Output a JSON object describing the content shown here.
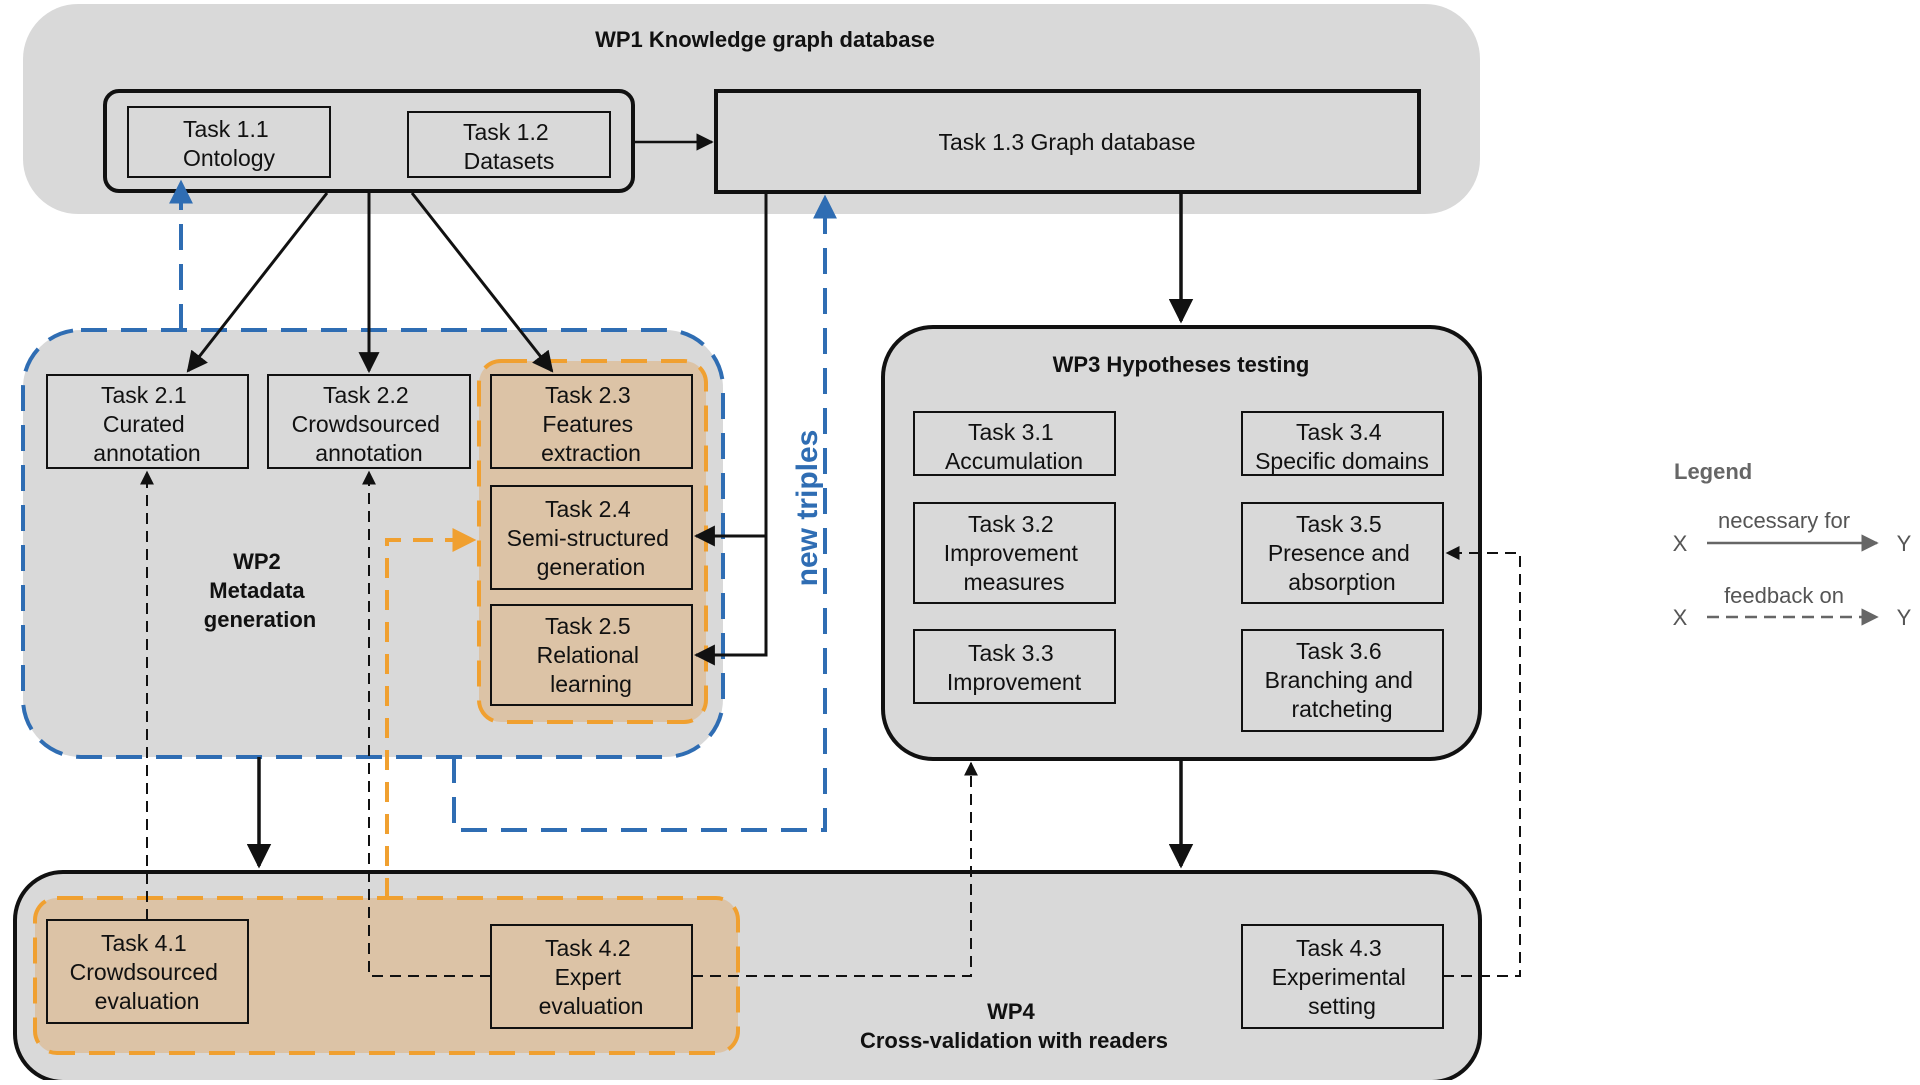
{
  "colors": {
    "region_fill": "#d9d9d9",
    "task_fill": "#d9d9d9",
    "highlight_fill": "#dcc3a6",
    "stroke": "#111111",
    "blue_dashed": "#2f6db3",
    "orange_dashed": "#f0a030",
    "legend_gray": "#666666"
  },
  "wp1": {
    "title": "WP1 Knowledge graph database",
    "task_1_1": [
      "Task 1.1",
      "Ontology"
    ],
    "task_1_2": [
      "Task 1.2",
      "Datasets"
    ],
    "task_1_3": [
      "Task 1.3 Graph database"
    ]
  },
  "wp2": {
    "title": [
      "WP2",
      "Metadata",
      "generation"
    ],
    "task_2_1": [
      "Task 2.1",
      "Curated",
      "annotation"
    ],
    "task_2_2": [
      "Task 2.2",
      "Crowdsourced",
      "annotation"
    ],
    "task_2_3": [
      "Task 2.3",
      "Features",
      "extraction"
    ],
    "task_2_4": [
      "Task 2.4",
      "Semi-structured",
      "generation"
    ],
    "task_2_5": [
      "Task 2.5",
      "Relational",
      "learning"
    ],
    "new_triples_label": "new triples"
  },
  "wp3": {
    "title": "WP3 Hypotheses testing",
    "task_3_1": [
      "Task 3.1",
      "Accumulation"
    ],
    "task_3_2": [
      "Task 3.2",
      "Improvement",
      "measures"
    ],
    "task_3_3": [
      "Task 3.3",
      "Improvement"
    ],
    "task_3_4": [
      "Task 3.4",
      "Specific domains"
    ],
    "task_3_5": [
      "Task 3.5",
      "Presence and",
      "absorption"
    ],
    "task_3_6": [
      "Task 3.6",
      "Branching and",
      "ratcheting"
    ]
  },
  "wp4": {
    "title": [
      "WP4",
      "Cross-validation with readers"
    ],
    "task_4_1": [
      "Task 4.1",
      "Crowdsourced",
      "evaluation"
    ],
    "task_4_2": [
      "Task 4.2",
      "Expert",
      "evaluation"
    ],
    "task_4_3": [
      "Task 4.3",
      "Experimental",
      "setting"
    ]
  },
  "legend": {
    "title": "Legend",
    "solid_label": "necessary for",
    "dashed_label": "feedback on",
    "x": "X",
    "y": "Y"
  }
}
